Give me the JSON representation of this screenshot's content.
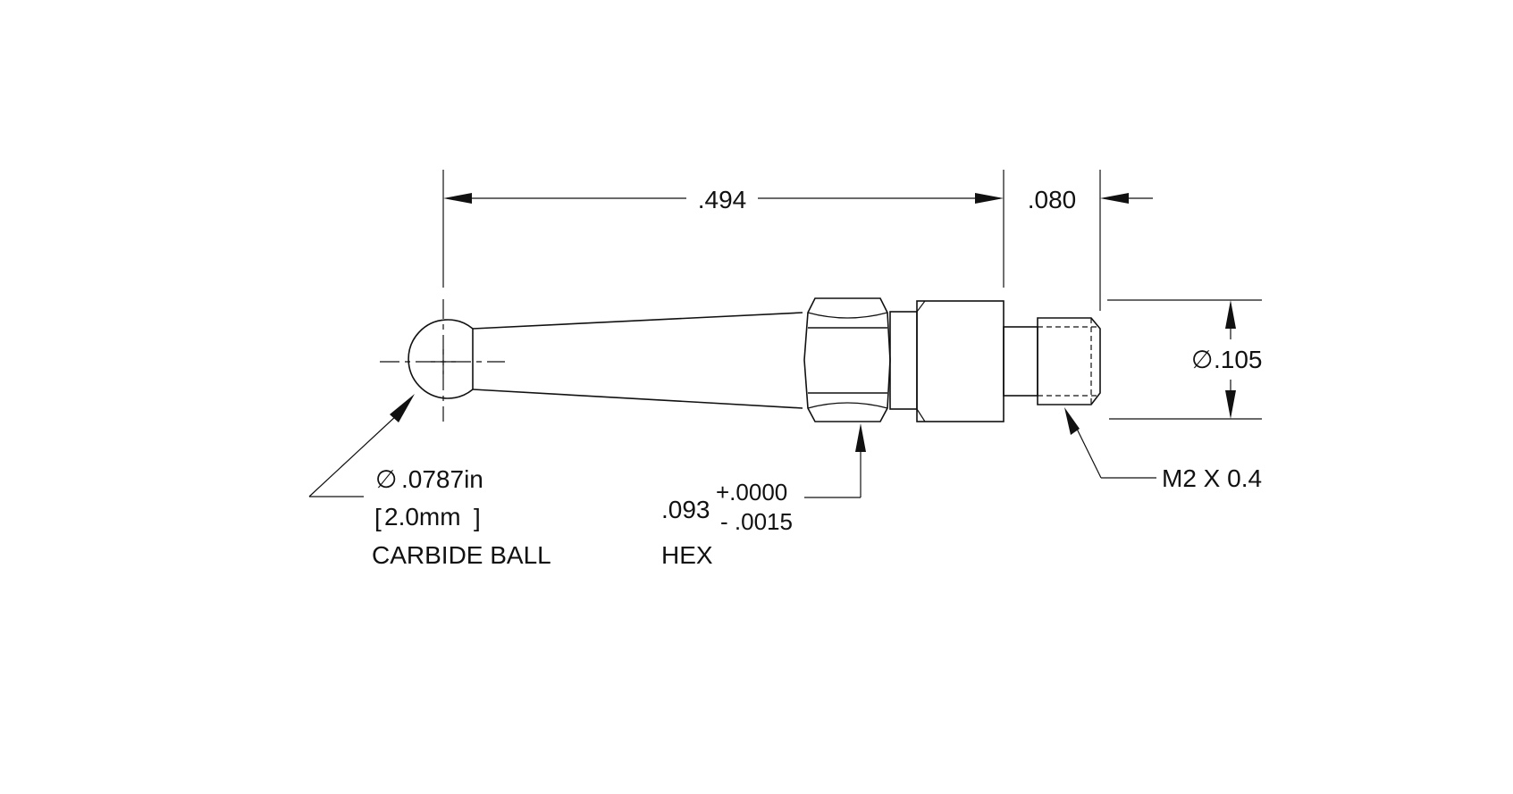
{
  "dimensions": {
    "overall_length": ".494",
    "thread_length": ".080",
    "thread_diameter_symbol": "∅",
    "thread_diameter": ".105",
    "thread_spec": "M2 X 0.4"
  },
  "ball_callout": {
    "diameter_symbol": "∅",
    "diameter_in": ".0787in",
    "diameter_mm_open": "[",
    "diameter_mm": "2.0mm",
    "diameter_mm_close": "]",
    "material": "CARBIDE BALL"
  },
  "hex_callout": {
    "nominal": ".093",
    "upper_tolerance": "+.0000",
    "lower_tolerance": "- .0015",
    "label": "HEX"
  },
  "colors": {
    "line": "#111111",
    "background": "#ffffff"
  }
}
